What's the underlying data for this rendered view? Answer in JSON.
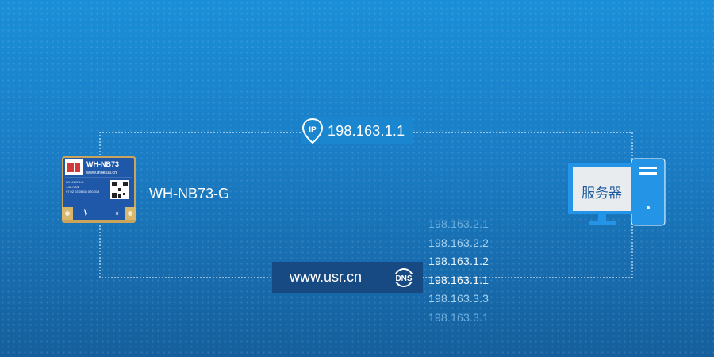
{
  "diagram": {
    "ip_label": "198.163.1.1",
    "module_name": "WH-NB73-G",
    "module_chip": {
      "model": "WH-NB73",
      "site": "www.mokuai.cn",
      "line1": "WH-NB73-G",
      "line2": "1-D-7201",
      "line3": "97 02 03 05 08 020 019"
    },
    "dns_domain": "www.usr.cn",
    "dns_badge": "DNS",
    "dns_ip_list": [
      {
        "ip": "198.163.2.1",
        "emphasis": "faded"
      },
      {
        "ip": "198.163.2.2",
        "emphasis": "dim"
      },
      {
        "ip": "198.163.1.2",
        "emphasis": "normal"
      },
      {
        "ip": "198.163.1.1",
        "emphasis": "highlight"
      },
      {
        "ip": "198.163.3.3",
        "emphasis": "dim"
      },
      {
        "ip": "198.163.3.1",
        "emphasis": "faded"
      }
    ],
    "server_label": "服务器"
  },
  "colors": {
    "background_top": "#1a8fd8",
    "background_bottom": "#155f9c",
    "dns_box": "#174a82",
    "server_body": "#2495e6",
    "module_board": "#1f58a8",
    "highlight_text": "#ffffff",
    "dim_text": "#a9d4f2",
    "faded_text": "#6fb0de"
  },
  "icons": [
    "location-pin-ip-icon",
    "dns-globe-icon",
    "server-computer-icon",
    "nb-iot-module-icon"
  ]
}
